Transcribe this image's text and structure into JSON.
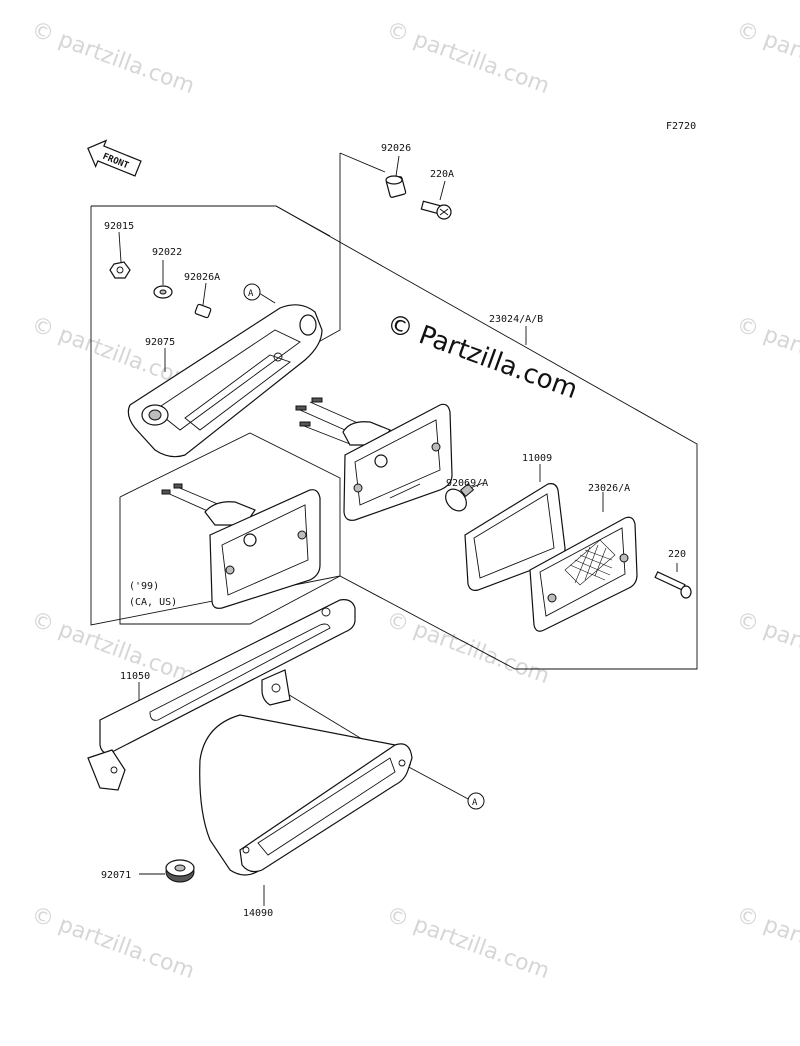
{
  "figure_code": "F2720",
  "front_marker": "FRONT",
  "callout_letter": "A",
  "watermark": {
    "brand_main": "© Partzilla.com",
    "brand_small": "© partzilla.com"
  },
  "variant_note": {
    "line1": "('99)",
    "line2": "(CA, US)"
  },
  "parts": [
    {
      "number": "92026"
    },
    {
      "number": "220A"
    },
    {
      "number": "92015"
    },
    {
      "number": "92022"
    },
    {
      "number": "92026A"
    },
    {
      "number": "23024/A/B"
    },
    {
      "number": "92075"
    },
    {
      "number": "11009"
    },
    {
      "number": "92069/A"
    },
    {
      "number": "23026/A"
    },
    {
      "number": "220"
    },
    {
      "number": "11050"
    },
    {
      "number": "92071"
    },
    {
      "number": "14090"
    }
  ]
}
